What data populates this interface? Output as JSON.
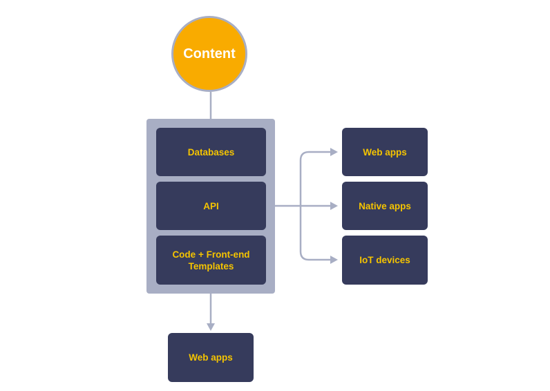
{
  "colors": {
    "accent": "#f9ab00",
    "node_fill": "#363b5c",
    "node_text": "#f5c400",
    "connector": "#a8aec4",
    "background": "#ffffff"
  },
  "diagram": {
    "source": {
      "label": "Content"
    },
    "stack": {
      "items": [
        {
          "label": "Databases"
        },
        {
          "label": "API"
        },
        {
          "label": "Code + Front-end\nTemplates"
        }
      ]
    },
    "outputs_right": [
      {
        "label": "Web apps"
      },
      {
        "label": "Native apps"
      },
      {
        "label": "IoT devices"
      }
    ],
    "output_bottom": {
      "label": "Web apps"
    }
  }
}
